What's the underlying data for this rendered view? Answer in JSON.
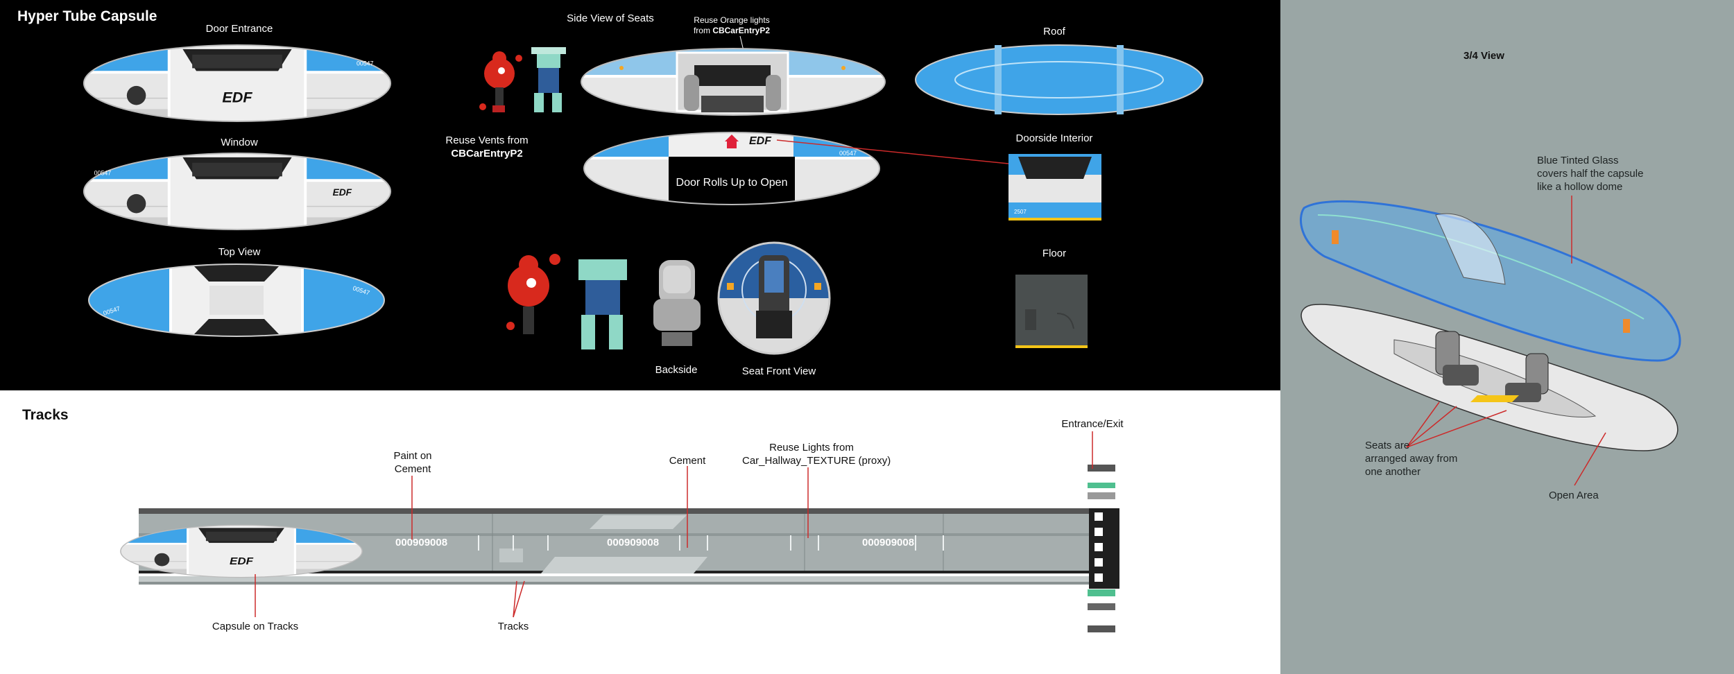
{
  "sections": {
    "capsule_title": "Hyper Tube Capsule",
    "tracks_title": "Tracks",
    "three_quarter_title": "3/4 View"
  },
  "capsule_views": {
    "door_entrance": "Door Entrance",
    "window": "Window",
    "top_view": "Top View",
    "side_view_of_seats": "Side View of Seats",
    "roof": "Roof",
    "doorside_interior": "Doorside Interior",
    "floor": "Floor",
    "backside": "Backside",
    "seat_front_view": "Seat Front View"
  },
  "notes": {
    "reuse_orange_line1": "Reuse Orange lights",
    "reuse_orange_line2_prefix": "from ",
    "reuse_orange_line2_ref": "CBCarEntryP2",
    "reuse_vents_line1": "Reuse Vents from",
    "reuse_vents_line2": "CBCarEntryP2",
    "door_rolls": "Door Rolls Up to Open"
  },
  "tracks": {
    "paint_on_cement_1": "Paint on",
    "paint_on_cement_2": "Cement",
    "cement": "Cement",
    "reuse_lights_1": "Reuse Lights  from",
    "reuse_lights_2": "Car_Hallway_TEXTURE (proxy)",
    "entrance_exit": "Entrance/Exit",
    "capsule_on_tracks": "Capsule on Tracks",
    "tracks_label": "Tracks",
    "paint_code": "000909008"
  },
  "three_quarter": {
    "glass_1": "Blue Tinted Glass",
    "glass_2": "covers half the capsule",
    "glass_3": "like a hollow dome",
    "seats_1": "Seats are",
    "seats_2": "arranged away from",
    "seats_3": "one another",
    "open_area": "Open Area"
  },
  "branding": {
    "logo": "EDF",
    "pod_number": "00547",
    "doorside_number": "2507"
  },
  "colors": {
    "pod_blue": "#3fa4e8",
    "pod_white": "#eaeaea",
    "callout_red": "#cc2a2a",
    "side_panel_bg": "#9aa6a5"
  }
}
